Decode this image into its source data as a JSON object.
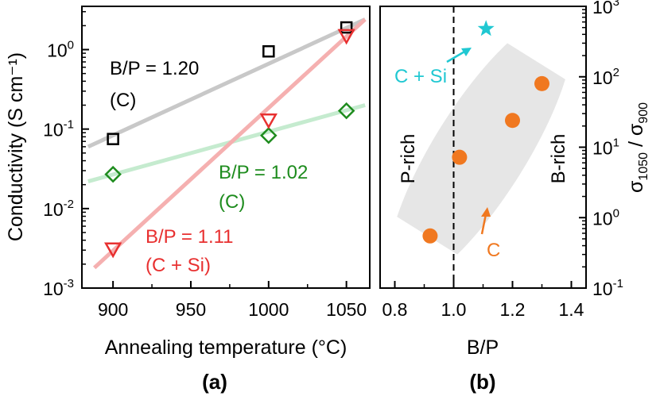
{
  "chart_data": [
    {
      "panel_label": "(a)",
      "type": "scatter",
      "xlabel": "Annealing temperature (°C)",
      "ylabel": "Conductivity (S cm⁻¹)",
      "xlim": [
        880,
        1065
      ],
      "ylim": [
        0.001,
        3.5
      ],
      "yscale": "log",
      "xticks": [
        900,
        950,
        1000,
        1050
      ],
      "yticks": [
        {
          "value": 0.001,
          "base": "10",
          "exp": "-3"
        },
        {
          "value": 0.01,
          "base": "10",
          "exp": "-2"
        },
        {
          "value": 0.1,
          "base": "10",
          "exp": "-1"
        },
        {
          "value": 1,
          "base": "10",
          "exp": "0"
        }
      ],
      "grid": false,
      "series": [
        {
          "label_lines": [
            "B/P = 1.20",
            "(C)"
          ],
          "marker": "square",
          "color": "#000000",
          "fit_color": "#c8c8c8",
          "x": [
            900,
            1000,
            1050
          ],
          "y": [
            0.075,
            0.95,
            1.9
          ],
          "fit_x": [
            884,
            1062
          ],
          "fit_y": [
            0.06,
            2.4
          ]
        },
        {
          "label_lines": [
            "B/P = 1.02",
            "(C)"
          ],
          "marker": "diamond",
          "color": "#1e8c1e",
          "fit_color": "#c5ebcf",
          "x": [
            900,
            1000,
            1050
          ],
          "y": [
            0.027,
            0.083,
            0.17
          ],
          "fit_x": [
            884,
            1062
          ],
          "fit_y": [
            0.022,
            0.2
          ]
        },
        {
          "label_lines": [
            "B/P = 1.11",
            "(C + Si)"
          ],
          "marker": "triangle-down",
          "color": "#e83030",
          "fit_color": "#f5b0b0",
          "x": [
            900,
            1000,
            1050
          ],
          "y": [
            0.0031,
            0.13,
            1.5
          ],
          "fit_x": [
            888,
            1062
          ],
          "fit_y": [
            0.0018,
            2.4
          ]
        }
      ]
    },
    {
      "panel_label": "(b)",
      "type": "scatter",
      "xlabel": "B/P",
      "ylabel": "σ",
      "ylabel_sub1": "1050",
      "ylabel_mid": " / σ",
      "ylabel_sub2": "900",
      "xlim": [
        0.75,
        1.45
      ],
      "ylim": [
        0.1,
        1000
      ],
      "yscale": "log",
      "xticks": [
        0.8,
        1.0,
        1.2,
        1.4
      ],
      "xtick_labels": [
        "0.8",
        "1.0",
        "1.2",
        "1.4"
      ],
      "yticks": [
        {
          "value": 0.1,
          "base": "10",
          "exp": "-1"
        },
        {
          "value": 1,
          "base": "10",
          "exp": "0"
        },
        {
          "value": 10,
          "base": "10",
          "exp": "1"
        },
        {
          "value": 100,
          "base": "10",
          "exp": "2"
        },
        {
          "value": 1000,
          "base": "10",
          "exp": "3"
        }
      ],
      "yaxis_side": "right",
      "vline_x": 1.0,
      "region_labels": [
        "P-rich",
        "B-rich"
      ],
      "series": [
        {
          "label": "C",
          "marker": "circle",
          "color": "#f07820",
          "x": [
            0.92,
            1.02,
            1.2,
            1.3
          ],
          "y": [
            0.55,
            7.2,
            24,
            80
          ]
        },
        {
          "label": "C + Si",
          "marker": "star",
          "color": "#20c8d2",
          "x": [
            1.11
          ],
          "y": [
            480
          ]
        }
      ]
    }
  ]
}
